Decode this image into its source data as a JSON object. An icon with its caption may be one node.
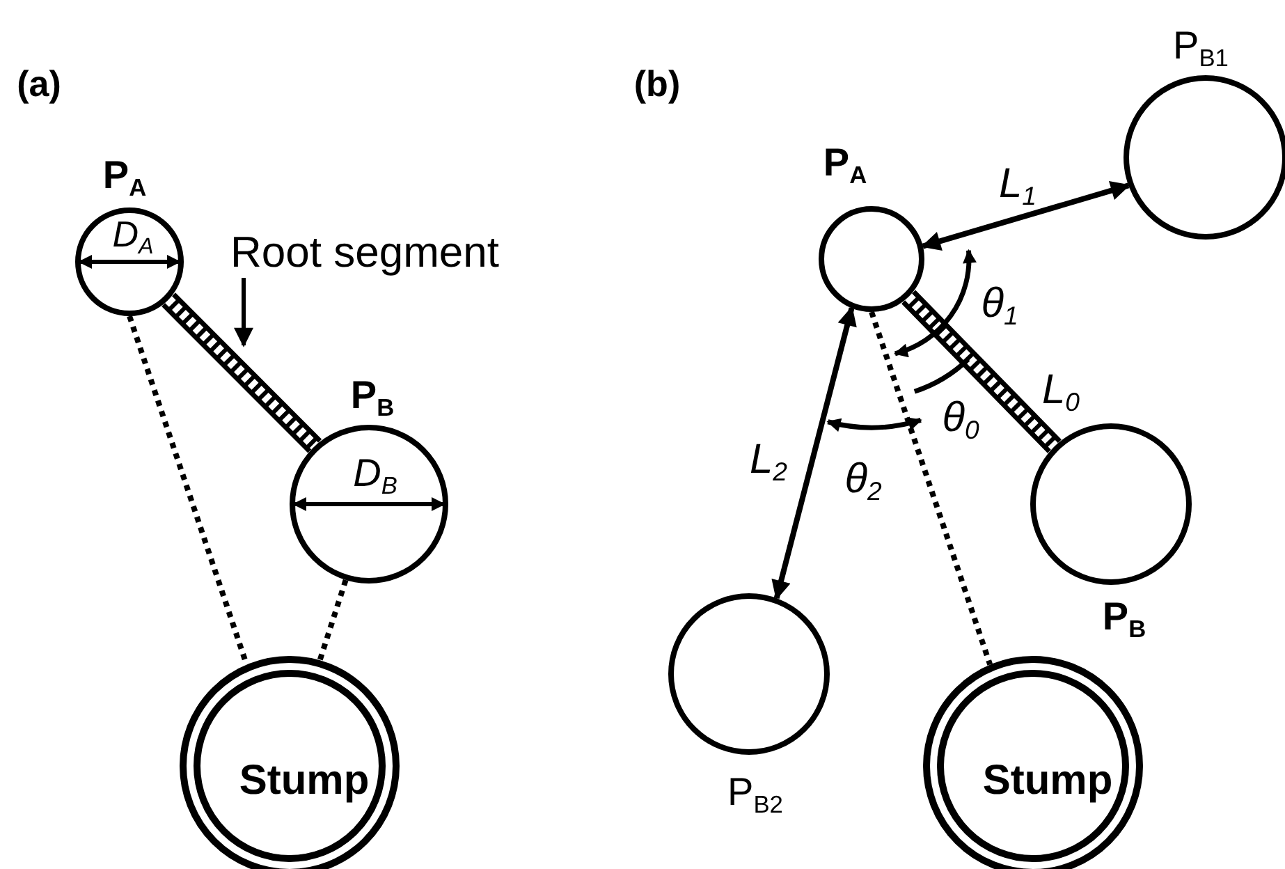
{
  "diagram": {
    "nodes": [
      {
        "text": [
          "P$_{A}$",
          "D$_{A}$"
        ]
      },
      {
        "text": [
          "Root segment"
        ]
      },
      {
        "text": [
          "P$_{B}$",
          "D$_{B}$"
        ]
      },
      {
        "text": [
          "Stump"
        ]
      },
      {
        "text": [
          "P$_{A}$"
        ]
      },
      {
        "text": [
          "P$_{B1}$"
        ]
      },
      {
        "text": [
          "P$_{B}$"
        ]
      },
      {
        "text": [
          "P$_{B2}$"
        ]
      },
      {
        "text": [
          "Stump"
        ]
      }
    ],
    "edges": [
      {
        "from": 0,
        "to": 2,
        "arrow": "none",
        "style": "thick"
      },
      {
        "from": 1,
        "to": null,
        "arrow": "to"
      },
      {
        "from": 0,
        "to": 3,
        "arrow": "none",
        "style": "dashed"
      },
      {
        "from": 2,
        "to": 3,
        "arrow": "none",
        "style": "dashed"
      },
      {
        "from": 4,
        "to": 5,
        "arrow": "both",
        "label": "L$_{1}$"
      },
      {
        "from": 4,
        "to": 6,
        "arrow": "none",
        "style": "thick",
        "label": "L$_{0}$"
      },
      {
        "from": 4,
        "to": 7,
        "arrow": "both",
        "label": "L$_{2}$"
      },
      {
        "from": 4,
        "to": 8,
        "arrow": "none",
        "style": "dashed"
      }
    ],
    "labels": [
      "(a)",
      "(b)",
      "θ$_{1}$",
      "θ$_{0}$",
      "θ$_{2}$"
    ]
  }
}
